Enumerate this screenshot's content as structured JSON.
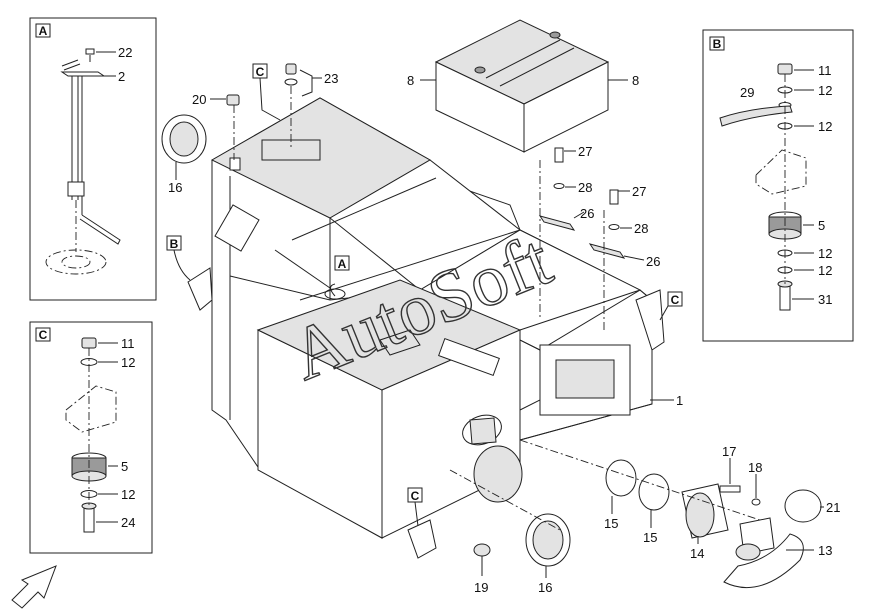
{
  "watermark": "AutoSoft",
  "detail_boxes": {
    "A": {
      "tag": "A",
      "labels": [
        "22",
        "2"
      ]
    },
    "B": {
      "tag": "B",
      "labels": [
        "11",
        "29",
        "12",
        "12",
        "5",
        "12",
        "12",
        "31"
      ]
    },
    "C": {
      "tag": "C",
      "labels": [
        "11",
        "12",
        "5",
        "12",
        "24"
      ]
    }
  },
  "section_tags": {
    "A": "A",
    "B": "B",
    "C_top": "C",
    "C_right": "C",
    "C_bottom": "C"
  },
  "callouts": {
    "p1": "1",
    "p8a": "8",
    "p8b": "8",
    "p13": "13",
    "p14": "14",
    "p15a": "15",
    "p15b": "15",
    "p16a": "16",
    "p16b": "16",
    "p17": "17",
    "p18": "18",
    "p19": "19",
    "p20": "20",
    "p21": "21",
    "p23": "23",
    "p26a": "26",
    "p26b": "26",
    "p27a": "27",
    "p27b": "27",
    "p28a": "28",
    "p28b": "28"
  },
  "colors": {
    "line": "#222222",
    "background": "#ffffff",
    "shade": "#e3e3e3"
  }
}
